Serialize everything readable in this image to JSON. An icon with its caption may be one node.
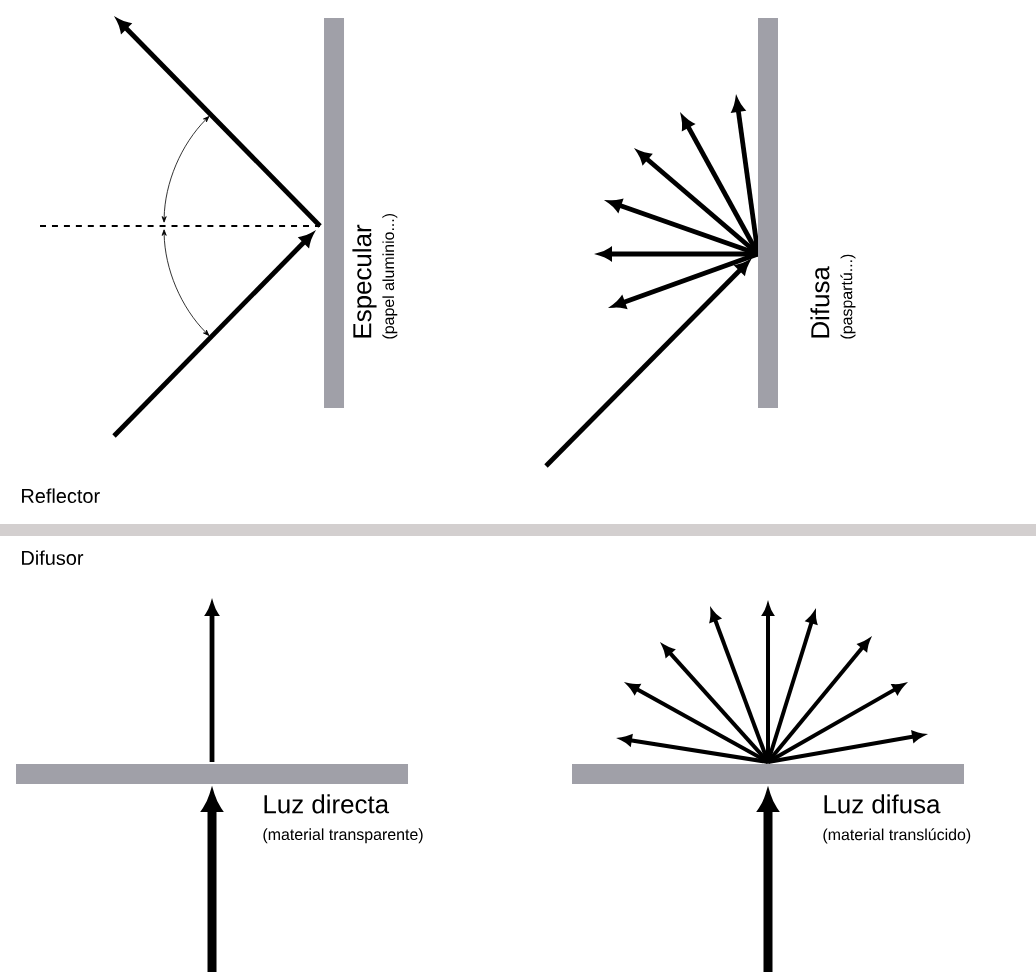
{
  "diagram": {
    "nodes": [
      {
        "text": [],
        "shape": "bar",
        "beside": [
          "Especular",
          "(papel aluminio...)"
        ]
      },
      {
        "text": [],
        "shape": "bar",
        "beside": [
          "Difusa",
          "(paspartú...)"
        ]
      },
      {
        "text": [],
        "shape": "bar",
        "beside": [
          "Luz directa",
          "(material transparente)"
        ]
      },
      {
        "text": [],
        "shape": "bar",
        "beside": [
          "Luz difusa",
          "(material translúcido)"
        ]
      }
    ],
    "labels": [
      "Reflector",
      "Difusor"
    ]
  }
}
